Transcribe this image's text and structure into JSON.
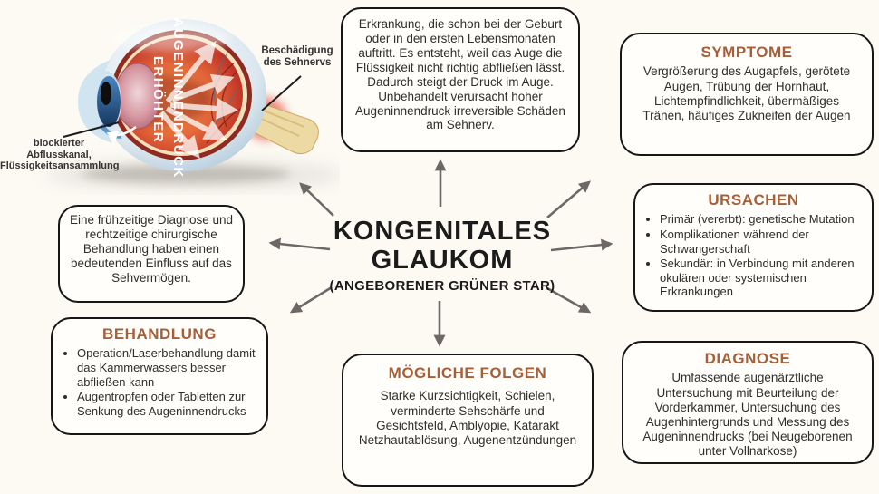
{
  "colors": {
    "accent_brown": "#A5603A",
    "box_border": "#161616",
    "arrow_gray": "#6d6866",
    "background": "#fcfaf3",
    "eye_red": "#c13527",
    "eye_orange": "#f7a24b"
  },
  "center": {
    "title": "KONGENITALES GLAUKOM",
    "subtitle": "(ANGEBORENER GRÜNER STAR)"
  },
  "eye": {
    "inner_label_lines": [
      "ERHÖHTER",
      "AUGENINNENDRUCK"
    ],
    "label_sehnerv": "Beschädigung des Sehnervs",
    "label_abfluss": "blockierter Abflusskanal, Flüssigkeitsansammlung"
  },
  "boxes": {
    "definition": {
      "text": "Erkrankung, die schon bei der Geburt oder in den ersten Lebensmonaten auftritt. Es entsteht, weil das Auge die Flüssigkeit nicht richtig abfließen lässt. Dadurch steigt der Druck im Auge. Unbehandelt verursacht hoher Augeninnendruck irreversible Schäden am Sehnerv."
    },
    "symptome": {
      "title": "SYMPTOME",
      "text": "Vergrößerung des Augapfels, gerötete Augen, Trübung der Hornhaut, Lichtempfindlichkeit, übermäßiges Tränen, häufiges Zukneifen der Augen"
    },
    "ursachen": {
      "title": "URSACHEN",
      "items": [
        "Primär (vererbt): genetische Mutation",
        "Komplikationen während der Schwangerschaft",
        "Sekundär: in Verbindung mit anderen okulären oder systemischen Erkrankungen"
      ]
    },
    "diagnose": {
      "title": "DIAGNOSE",
      "text": "Umfassende augenärztliche Untersuchung mit Beurteilung der Vorderkammer, Untersuchung des Augenhintergrunds und Messung des Augeninnendrucks (bei Neugeborenen unter Vollnarkose)"
    },
    "folgen": {
      "title": "MÖGLICHE FOLGEN",
      "text": "Starke Kurzsichtigkeit, Schielen, verminderte Sehschärfe und Gesichtsfeld, Amblyopie, Katarakt Netzhautablösung, Augenentzündungen"
    },
    "behandlung": {
      "title": "BEHANDLUNG",
      "items": [
        "Operation/Laserbehandlung damit das Kammerwassers besser abfließen kann",
        "Augentropfen oder Tabletten zur Senkung des Augeninnendrucks"
      ]
    },
    "prognose": {
      "text": "Eine frühzeitige Diagnose und rechtzeitige chirurgische Behandlung haben einen bedeutenden Einfluss auf das Sehvermögen."
    }
  }
}
